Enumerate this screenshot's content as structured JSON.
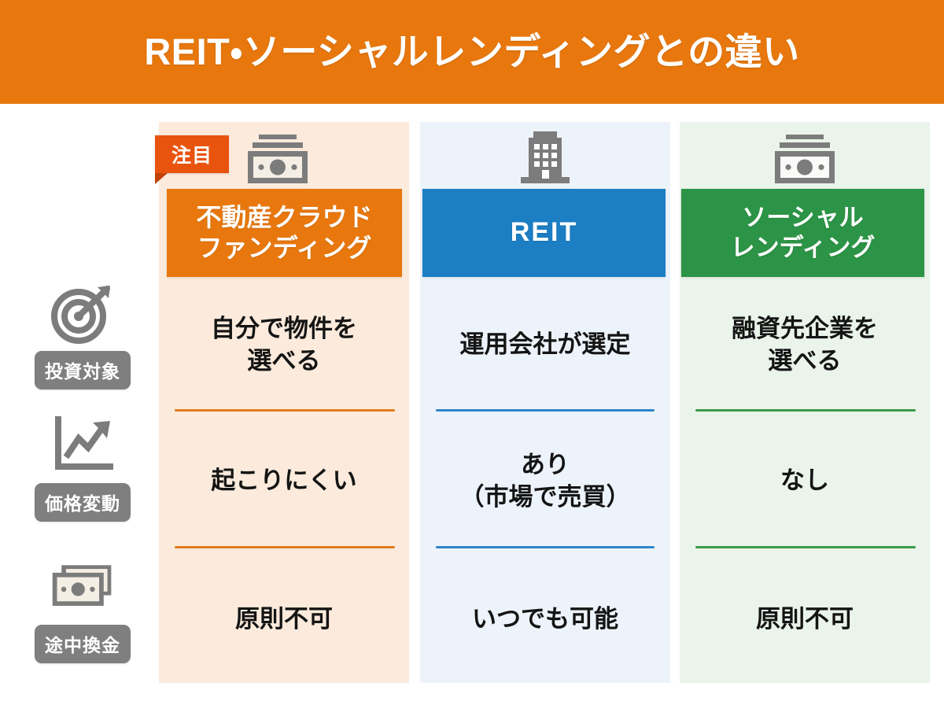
{
  "title": "REIT・ソーシャルレンディングとの違い",
  "badge": {
    "label": "注目"
  },
  "colors": {
    "banner": "#E8780E",
    "crowdfunding": "#E8780E",
    "reit": "#1C7FC4",
    "social_lending": "#2C9446",
    "crowdfunding_bg": "#FCEBDC",
    "reit_bg": "#EDF3FA",
    "social_lending_bg": "#EAF4EA",
    "label_pill": "#7F7F7F",
    "badge": "#E8540E"
  },
  "columns": [
    {
      "key": "crowdfunding",
      "icon": "banknote-icon",
      "title_line1": "不動産クラウド",
      "title_line2": "ファンディング",
      "badge": "注目"
    },
    {
      "key": "reit",
      "icon": "building-icon",
      "title_line1": "REIT",
      "title_line2": ""
    },
    {
      "key": "social_lending",
      "icon": "banknote-icon",
      "title_line1": "ソーシャル",
      "title_line2": "レンディング"
    }
  ],
  "rows": [
    {
      "key": "investment_target",
      "icon": "target-icon",
      "label": "投資対象",
      "cells": [
        {
          "line1": "自分で物件を",
          "line2": "選べる"
        },
        {
          "line1": "運用会社が選定",
          "line2": ""
        },
        {
          "line1": "融資先企業を",
          "line2": "選べる"
        }
      ]
    },
    {
      "key": "price_fluctuation",
      "icon": "chart-up-icon",
      "label": "価格変動",
      "cells": [
        {
          "line1": "起こりにくい",
          "line2": ""
        },
        {
          "line1": "あり",
          "line2": "（市場で売買）"
        },
        {
          "line1": "なし",
          "line2": ""
        }
      ]
    },
    {
      "key": "early_redemption",
      "icon": "stacked-banknotes-icon",
      "label": "途中換金",
      "cells": [
        {
          "line1": "原則不可",
          "line2": ""
        },
        {
          "line1": "いつでも可能",
          "line2": ""
        },
        {
          "line1": "原則不可",
          "line2": ""
        }
      ]
    }
  ]
}
